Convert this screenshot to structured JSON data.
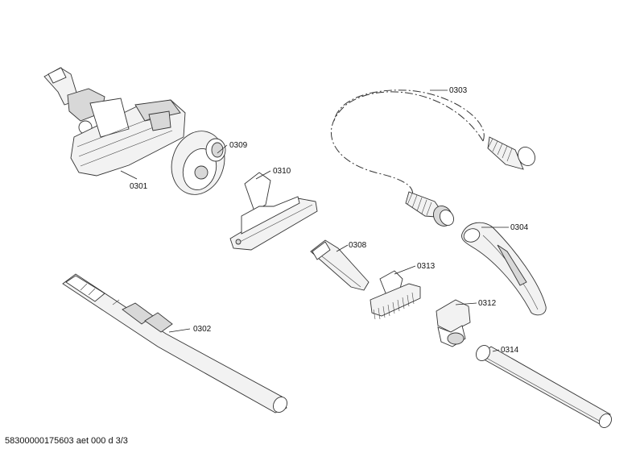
{
  "footer": {
    "document_id": "58300000175603 aet 000 d 3/3"
  },
  "parts": [
    {
      "id": "0301",
      "icon": "floor-nozzle"
    },
    {
      "id": "0302",
      "icon": "telescopic-tube"
    },
    {
      "id": "0303",
      "icon": "suction-hose"
    },
    {
      "id": "0304",
      "icon": "hose-handle"
    },
    {
      "id": "0308",
      "icon": "crevice-nozzle"
    },
    {
      "id": "0309",
      "icon": "nozzle-adapter"
    },
    {
      "id": "0310",
      "icon": "upholstery-nozzle"
    },
    {
      "id": "0312",
      "icon": "accessory-clip"
    },
    {
      "id": "0313",
      "icon": "dusting-brush"
    },
    {
      "id": "0314",
      "icon": "extension-tube"
    }
  ]
}
